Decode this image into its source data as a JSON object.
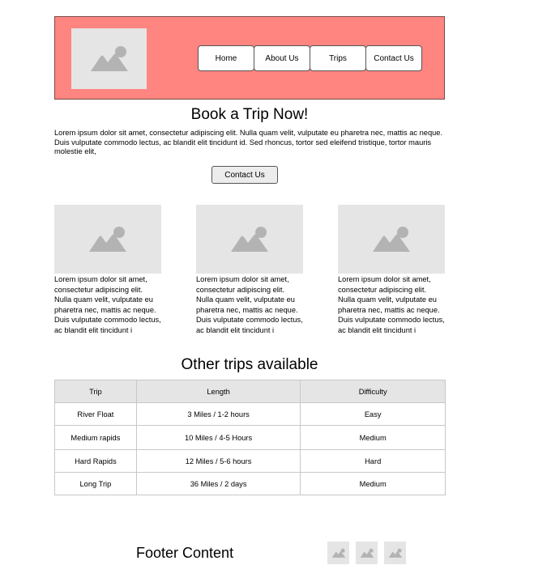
{
  "nav": {
    "items": [
      {
        "label": "Home"
      },
      {
        "label": "About Us"
      },
      {
        "label": "Trips"
      },
      {
        "label": "Contact Us"
      }
    ]
  },
  "hero": {
    "title": "Book a Trip Now!",
    "text": "Lorem ipsum dolor sit amet, consectetur adipiscing elit. Nulla quam velit, vulputate eu pharetra nec, mattis ac neque. Duis vulputate commodo lectus, ac blandit elit tincidunt id. Sed rhoncus, tortor sed eleifend tristique, tortor mauris molestie elit,",
    "button_label": "Contact Us"
  },
  "cards": [
    {
      "text": "Lorem ipsum dolor sit amet, consectetur adipiscing elit. Nulla quam velit, vulputate eu pharetra nec, mattis ac neque. Duis vulputate commodo lectus, ac blandit elit tincidunt i"
    },
    {
      "text": "Lorem ipsum dolor sit amet, consectetur adipiscing elit. Nulla quam velit, vulputate eu pharetra nec, mattis ac neque. Duis vulputate commodo lectus, ac blandit elit tincidunt i"
    },
    {
      "text": "Lorem ipsum dolor sit amet, consectetur adipiscing elit. Nulla quam velit, vulputate eu pharetra nec, mattis ac neque. Duis vulputate commodo lectus, ac blandit elit tincidunt i"
    }
  ],
  "trips_table": {
    "title": "Other trips available",
    "headers": [
      "Trip",
      "Length",
      "Difficulty"
    ],
    "rows": [
      [
        "River Float",
        "3 Miles / 1-2 hours",
        "Easy"
      ],
      [
        "Medium rapids",
        "10 Miles / 4-5 Hours",
        "Medium"
      ],
      [
        "Hard Rapids",
        "12 Miles / 5-6 hours",
        "Hard"
      ],
      [
        "Long Trip",
        "36 Miles / 2 days",
        "Medium"
      ]
    ]
  },
  "footer": {
    "title": "Footer Content"
  },
  "colors": {
    "header_bg": "#ff8580",
    "placeholder_bg": "#e5e5e5",
    "placeholder_icon": "#b3b3b3",
    "table_header_bg": "#e5e5e5"
  },
  "icons": [
    "image-placeholder-icon"
  ]
}
